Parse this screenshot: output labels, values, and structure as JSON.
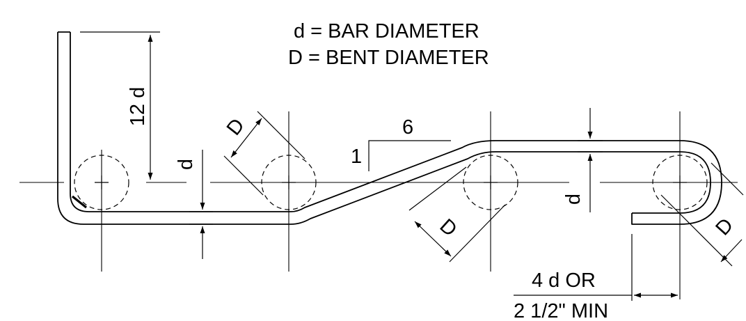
{
  "legend": {
    "line1": "d = BAR DIAMETER",
    "line2": "D = BENT DIAMETER"
  },
  "labels": {
    "hook_length": "12 d",
    "bar_thickness_left": "d",
    "bar_thickness_right": "d",
    "bend_dia_1": "D",
    "bend_dia_2": "D",
    "bend_dia_3": "D",
    "slope_rise": "1",
    "slope_run": "6",
    "extension_line1": "4 d OR",
    "extension_line2": "2 1/2\" MIN"
  }
}
